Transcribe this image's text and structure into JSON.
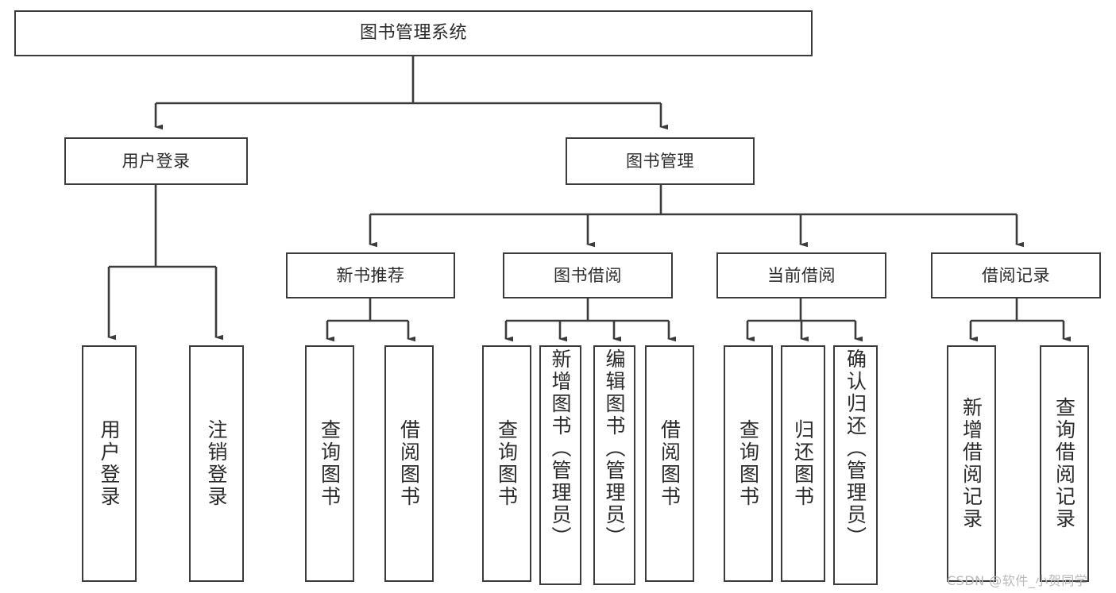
{
  "diagram": {
    "title": "图书管理系统",
    "type": "tree-hierarchy",
    "watermark": "CSDN @软件_小贺同学",
    "colors": {
      "stroke": "#3b3b3b",
      "text": "#2b2b2b",
      "background": "#ffffff",
      "watermark": "#b9b9b9"
    },
    "root": {
      "label": "图书管理系统"
    },
    "level2": [
      {
        "label": "用户登录"
      },
      {
        "label": "图书管理"
      }
    ],
    "level3": [
      {
        "label": "新书推荐"
      },
      {
        "label": "图书借阅"
      },
      {
        "label": "当前借阅"
      },
      {
        "label": "借阅记录"
      }
    ],
    "leaves": {
      "user_login": [
        {
          "label": "用户登录"
        },
        {
          "label": "注销登录"
        }
      ],
      "new_book_recommend": [
        {
          "label": "查询图书"
        },
        {
          "label": "借阅图书"
        }
      ],
      "book_borrow": [
        {
          "label": "查询图书"
        },
        {
          "label": "新增图书（管理员）"
        },
        {
          "label": "编辑图书（管理员）"
        },
        {
          "label": "借阅图书"
        }
      ],
      "current_borrow": [
        {
          "label": "查询图书"
        },
        {
          "label": "归还图书"
        },
        {
          "label": "确认归还（管理员）"
        }
      ],
      "borrow_record": [
        {
          "label": "新增借阅记录"
        },
        {
          "label": "查询借阅记录"
        }
      ]
    }
  }
}
